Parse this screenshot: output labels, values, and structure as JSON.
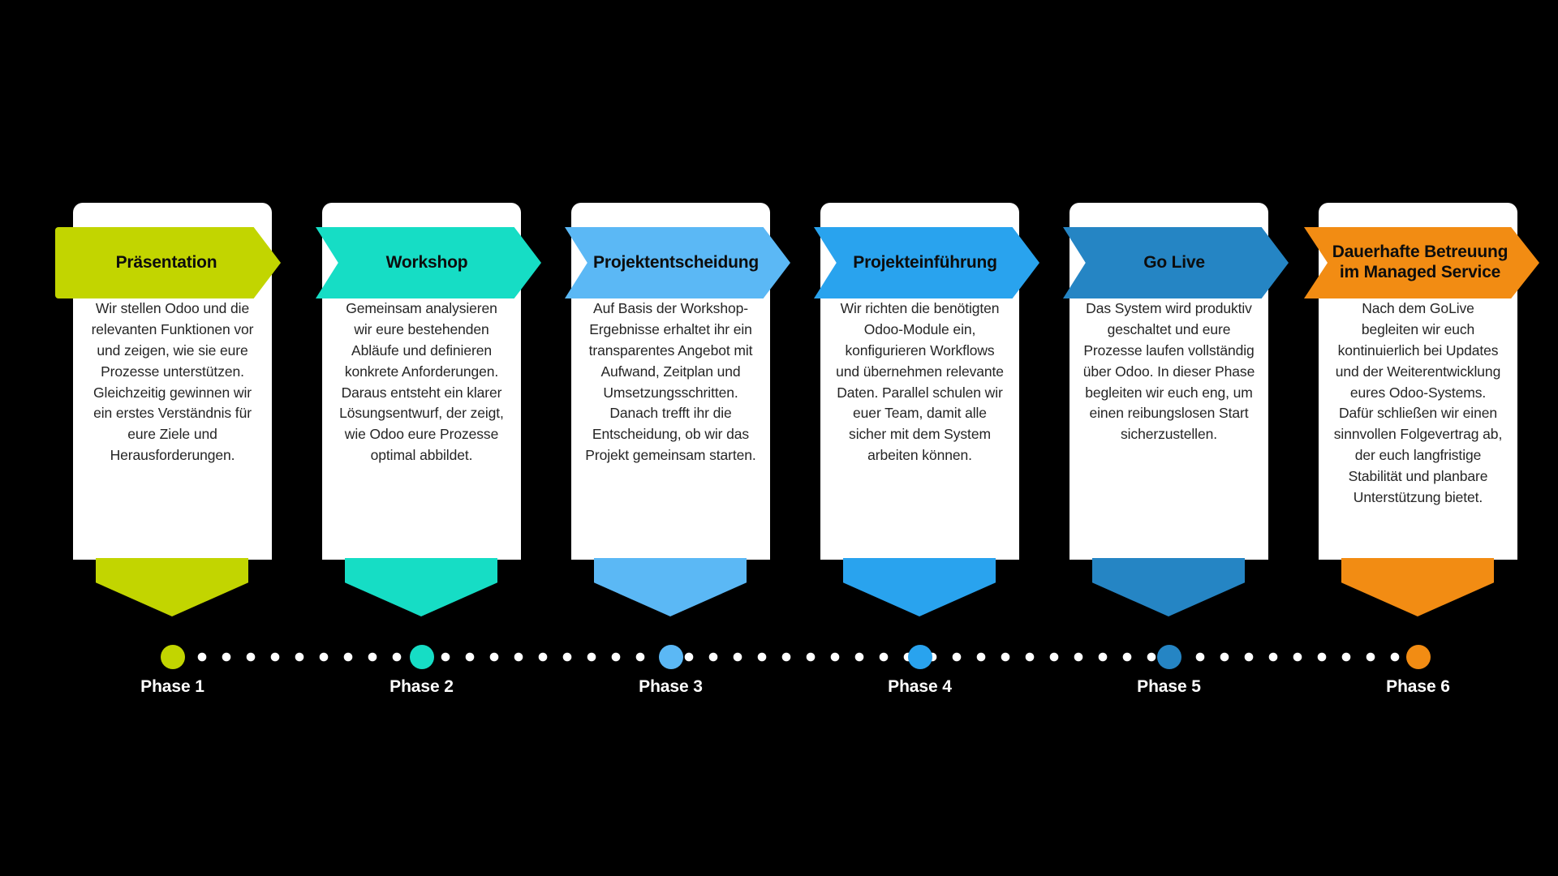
{
  "background_color": "#000000",
  "card_background": "#ffffff",
  "body_text_color": "#252525",
  "title_text_color": "#0d0d0d",
  "label_text_color": "#ffffff",
  "timeline": {
    "dot_color": "#ffffff",
    "nodes": [
      {
        "color": "#C2D500"
      },
      {
        "color": "#16DDC5"
      },
      {
        "color": "#5BB8F5"
      },
      {
        "color": "#29A3EE"
      },
      {
        "color": "#2585C4"
      },
      {
        "color": "#F28C13"
      }
    ]
  },
  "phases": [
    {
      "title": "Präsentation",
      "color": "#C2D500",
      "label": "Phase 1",
      "text": "Wir stellen Odoo und die relevanten Funktionen vor und zeigen, wie sie eure Prozesse unterstützen. Gleichzeitig gewinnen wir ein erstes Verständnis für eure Ziele und Herausforderungen."
    },
    {
      "title": "Workshop",
      "color": "#16DDC5",
      "label": "Phase 2",
      "text": "Gemeinsam analysieren wir eure bestehenden Abläufe und definieren konkrete Anforderungen. Daraus entsteht ein klarer Lösungsentwurf, der zeigt, wie Odoo eure Prozesse optimal abbildet."
    },
    {
      "title": "Projektentscheidung",
      "color": "#5BB8F5",
      "label": "Phase 3",
      "text": "Auf Basis der Workshop-Ergebnisse erhaltet ihr ein transparentes Angebot mit Aufwand, Zeitplan und Umsetzungsschritten. Danach trefft ihr die Entscheidung, ob wir das Projekt gemeinsam starten."
    },
    {
      "title": "Projekteinführung",
      "color": "#29A3EE",
      "label": "Phase 4",
      "text": "Wir richten die benötigten Odoo-Module ein, konfigurieren Workflows und übernehmen relevante Daten. Parallel schulen wir euer Team, damit alle sicher mit dem System arbeiten können."
    },
    {
      "title": "Go Live",
      "color": "#2585C4",
      "label": "Phase 5",
      "text": "Das System wird produktiv geschaltet und eure Prozesse laufen vollständig über Odoo. In dieser Phase begleiten wir euch eng, um einen reibungslosen Start sicherzustellen."
    },
    {
      "title": "Dauerhafte Betreuung im Managed Service",
      "color": "#F28C13",
      "label": "Phase 6",
      "text": "Nach dem GoLive begleiten wir euch kontinuierlich bei Updates und der Weiterentwicklung eures Odoo-Systems. Dafür schließen wir einen sinnvollen Folgevertrag ab, der euch langfristige Stabilität und planbare Unterstützung bietet."
    }
  ]
}
